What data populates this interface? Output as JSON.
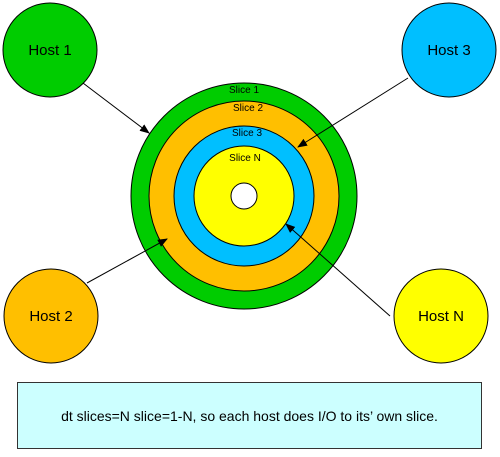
{
  "colors": {
    "green": "#00cc00",
    "orange": "#ffbf00",
    "cyan": "#00bfff",
    "yellow": "#ffff00",
    "caption_bg": "#ccffff",
    "outline": "#000000"
  },
  "hosts": [
    {
      "label": "Host 1",
      "color": "#00cc00"
    },
    {
      "label": "Host 3",
      "color": "#00bfff"
    },
    {
      "label": "Host 2",
      "color": "#ffbf00"
    },
    {
      "label": "Host N",
      "color": "#ffff00"
    }
  ],
  "rings": [
    {
      "label": "Slice 1",
      "color": "#00cc00"
    },
    {
      "label": "Slice 2",
      "color": "#ffbf00"
    },
    {
      "label": "Slice 3",
      "color": "#00bfff"
    },
    {
      "label": "Slice N",
      "color": "#ffff00"
    }
  ],
  "caption": "dt slices=N slice=1-N, so each host does I/O to its’ own slice."
}
